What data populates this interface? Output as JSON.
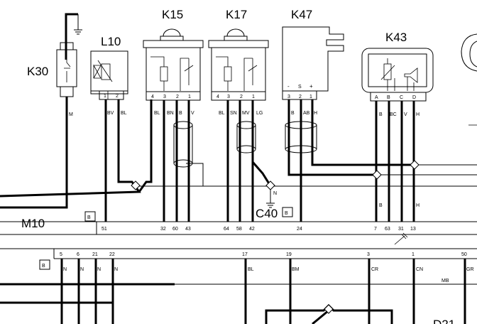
{
  "components": {
    "k30": "K30",
    "l10": "L10",
    "k15": "K15",
    "k17": "K17",
    "k47": "K47",
    "k43": "K43",
    "m10": "M10",
    "c40": "C40",
    "d21": "D21"
  },
  "badges": {
    "b": "B"
  },
  "l10_pins": [
    "1",
    "2"
  ],
  "k15_pins": [
    "4",
    "3",
    "2",
    "1"
  ],
  "k17_pins": [
    "4",
    "3",
    "2",
    "1"
  ],
  "k47_pins": [
    "3",
    "2",
    "1"
  ],
  "k47_signs": [
    "-",
    "S",
    "+"
  ],
  "k43_pins": [
    "A",
    "B",
    "C",
    "D"
  ],
  "wire_colors": {
    "k30": "M",
    "l10": [
      "BV",
      "BL"
    ],
    "k15": [
      "BL",
      "BN",
      "B",
      "V"
    ],
    "k17": [
      "BL",
      "SN",
      "MV",
      "LG"
    ],
    "k47": [
      "B",
      "AB",
      "H"
    ],
    "k43": [
      "B",
      "BC",
      "V",
      "H"
    ],
    "c40": "N",
    "k43_lower": [
      "B",
      "H"
    ]
  },
  "connector_pins": [
    "51",
    "32",
    "60",
    "43",
    "64",
    "58",
    "42",
    "24",
    "7",
    "63",
    "31",
    "13"
  ],
  "bottom_pins": [
    "5",
    "6",
    "21",
    "22",
    "17",
    "19",
    "3",
    "1",
    "50"
  ],
  "bottom_colors": [
    "N",
    "N",
    "N",
    "N",
    "BL",
    "BM",
    "CR",
    "CN",
    "GR"
  ],
  "mb_label": "MB"
}
